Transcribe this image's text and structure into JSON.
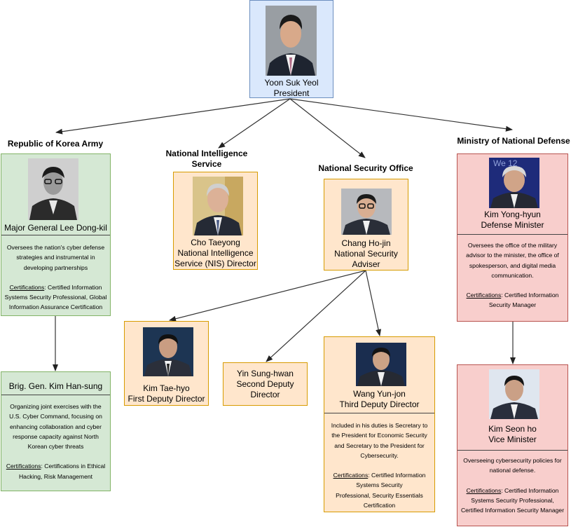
{
  "colors": {
    "president_fill": "#dae8fc",
    "army_fill": "#d5e8d4",
    "nis_nso_fill": "#ffe6cc",
    "defense_fill": "#f8cecc",
    "connector": "#333333"
  },
  "president": {
    "name": "Yoon Suk Yeol",
    "role": "President"
  },
  "army": {
    "header": "Republic of Korea Army",
    "leader": {
      "name": "Major General Lee Dong-kil",
      "desc_lines": [
        "Oversees the nation's cyber defense",
        "strategies and instrumental in",
        "developing partnerships"
      ],
      "cert_label": "Certifications",
      "cert_lines": [
        ": Certified Information",
        "Systems Security Professional, Global",
        "Information Assurance Certification"
      ]
    },
    "deputy": {
      "name": "Brig. Gen. Kim Han-sung",
      "desc_lines": [
        "Organizing joint exercises with the",
        "U.S. Cyber Command, focusing on",
        "enhancing collaboration and cyber",
        "response capacity against North",
        "Korean cyber threats"
      ],
      "cert_label": "Certifications",
      "cert_lines": [
        ": Certifications in Ethical",
        "Hacking, Risk Management"
      ]
    }
  },
  "nis": {
    "header_lines": [
      "National Intelligence",
      "Service"
    ],
    "name": "Cho Taeyong",
    "role_lines": [
      "National Intelligence",
      "Service (NIS) Director"
    ]
  },
  "nso": {
    "header": "National Security Office",
    "name": "Chang Ho-jin",
    "role_lines": [
      "National Security",
      "Adviser"
    ],
    "first_deputy": {
      "name": "Kim Tae-hyo",
      "role": "First Deputy Director"
    },
    "second_deputy": {
      "lines": [
        "Yin Sung-hwan",
        "Second Deputy",
        "Director"
      ]
    },
    "third_deputy": {
      "name": "Wang Yun-jon",
      "role": "Third Deputy Director",
      "desc_lines": [
        "Included in his duties is Secretary to",
        "the President for Economic Security",
        "and Secretary to the President for",
        "Cybersecurity."
      ],
      "cert_label": "Certifications",
      "cert_lines": [
        ": Certified Information",
        "Systems Security",
        "Professional, Security Essentials",
        "Certification"
      ]
    }
  },
  "mnd": {
    "header": "Ministry of National Defense",
    "minister": {
      "photo_text": "We  12",
      "name": "Kim Yong-hyun",
      "role": "Defense Minister",
      "desc_lines": [
        "Oversees the office of the military",
        "advisor to the minister, the office of",
        "spokesperson, and digital media",
        "communication."
      ],
      "cert_label": "Certifications",
      "cert_lines": [
        ": Certified Information",
        "Security Manager"
      ]
    },
    "vice": {
      "name": "Kim Seon ho",
      "role": "Vice Minister",
      "desc_lines": [
        "Overseeing cybersecurity policies for",
        "national defense."
      ],
      "cert_label": "Certifications",
      "cert_lines": [
        ": Certified Information",
        "Systems Security Professional,",
        "Certified Information Security Manager"
      ]
    }
  }
}
